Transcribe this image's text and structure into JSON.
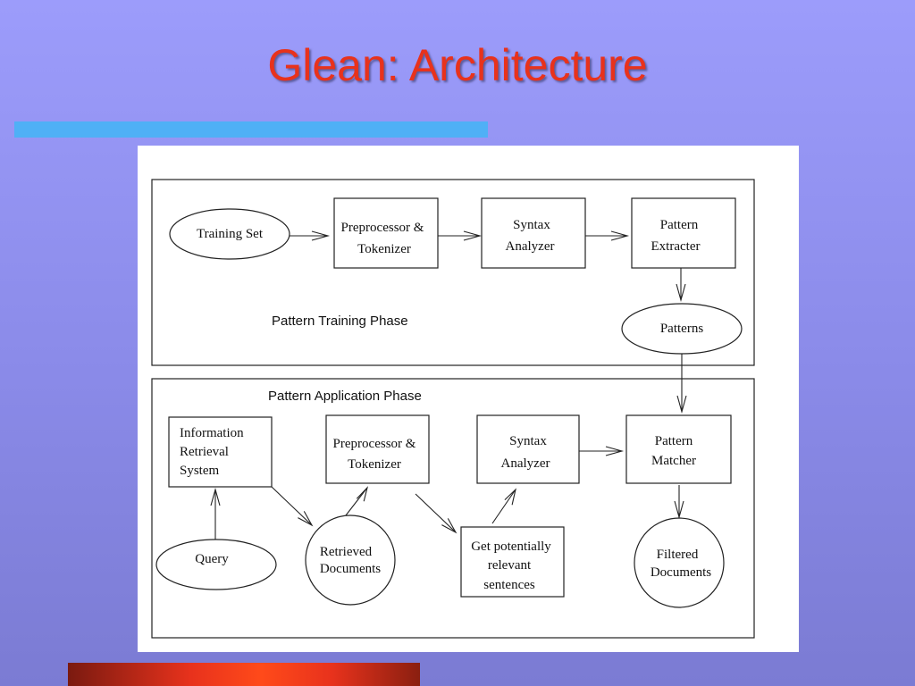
{
  "slide": {
    "title": "Glean: Architecture"
  },
  "diagram": {
    "training_phase_label": "Pattern Training Phase",
    "application_phase_label": "Pattern Application Phase",
    "training": {
      "training_set": "Training Set",
      "preprocessor_line1": "Preprocessor &",
      "preprocessor_line2": "Tokenizer",
      "syntax_line1": "Syntax",
      "syntax_line2": "Analyzer",
      "extracter_line1": "Pattern",
      "extracter_line2": "Extracter",
      "patterns": "Patterns"
    },
    "application": {
      "irs_line1": "Information",
      "irs_line2": "Retrieval",
      "irs_line3": "System",
      "preprocessor_line1": "Preprocessor &",
      "preprocessor_line2": "Tokenizer",
      "syntax_line1": "Syntax",
      "syntax_line2": "Analyzer",
      "matcher_line1": "Pattern",
      "matcher_line2": "Matcher",
      "query": "Query",
      "retrieved_line1": "Retrieved",
      "retrieved_line2": "Documents",
      "sentences_line1": "Get potentially",
      "sentences_line2": "relevant",
      "sentences_line3": "sentences",
      "filtered_line1": "Filtered",
      "filtered_line2": "Documents"
    }
  }
}
